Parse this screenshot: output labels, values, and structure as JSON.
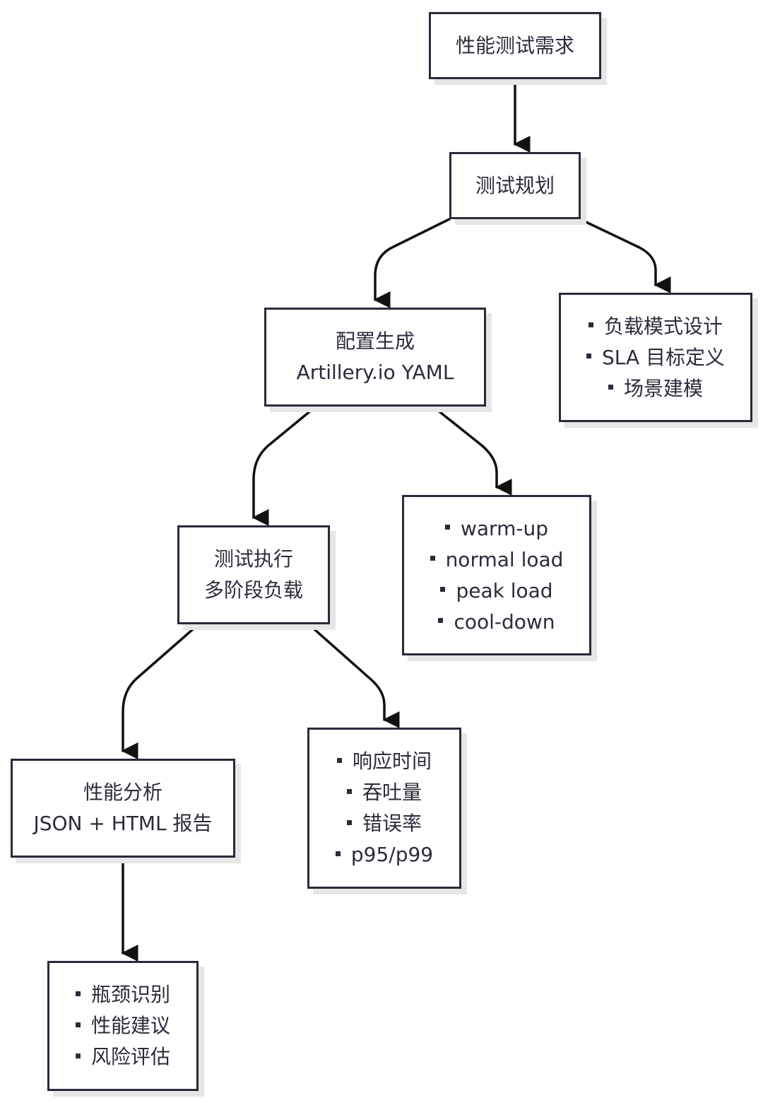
{
  "nodes": {
    "requirement": {
      "lines": [
        "性能测试需求"
      ]
    },
    "planning": {
      "lines": [
        "测试规划"
      ]
    },
    "planning_details": {
      "lines": [
        "负载模式设计",
        "SLA 目标定义",
        "场景建模"
      ]
    },
    "config": {
      "lines": [
        "配置生成",
        "Artillery.io YAML"
      ]
    },
    "config_details": {
      "lines": [
        "warm-up",
        "normal load",
        "peak load",
        "cool-down"
      ]
    },
    "execution": {
      "lines": [
        "测试执行",
        "多阶段负载"
      ]
    },
    "execution_details": {
      "lines": [
        "响应时间",
        "吞吐量",
        "错误率",
        "p95/p99"
      ]
    },
    "analysis": {
      "lines": [
        "性能分析",
        "JSON + HTML 报告"
      ]
    },
    "analysis_details": {
      "lines": [
        "瓶颈识别",
        "性能建议",
        "风险评估"
      ]
    }
  },
  "colors": {
    "stroke": "#2a2a3a",
    "text": "#2b2b3a",
    "shadow": "#e6e6e6",
    "background": "#ffffff"
  }
}
